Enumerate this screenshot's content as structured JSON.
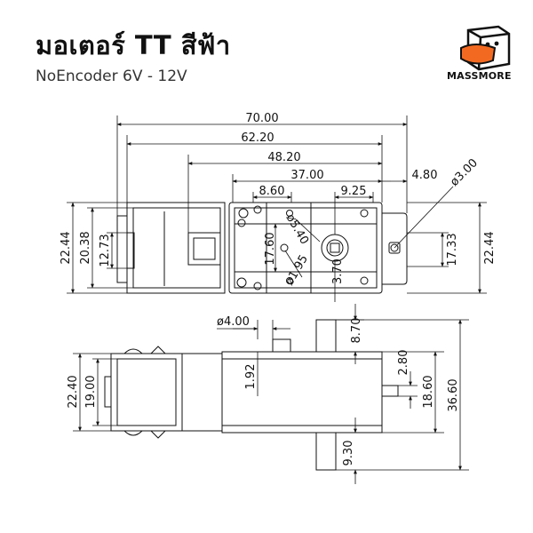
{
  "header": {
    "title": "มอเตอร์ TT สีฟ้า",
    "subtitle": "NoEncoder 6V - 12V"
  },
  "brand": {
    "name": "MASSMORE",
    "accent_color": "#f26a21"
  },
  "top_view": {
    "dims": {
      "overall_length": "70.00",
      "length_62": "62.20",
      "length_48": "48.20",
      "length_37": "37.00",
      "offset_8_60": "8.60",
      "offset_9_25": "9.25",
      "tab_4_80": "4.80",
      "hole_3_00": "ø3.00",
      "hole_5_40": "ø5.40",
      "hole_1_95": "ø1.95",
      "height_17_60": "17.60",
      "offset_3_70": "3.70",
      "left_22_44": "22.44",
      "left_20_38": "20.38",
      "left_12_73": "12.73",
      "right_17_33": "17.33",
      "right_22_44": "22.44"
    }
  },
  "side_view": {
    "dims": {
      "hole_4_00": "ø4.00",
      "boss_8_70": "8.70",
      "offset_1_92": "1.92",
      "shaft_2_80": "2.80",
      "height_18_60": "18.60",
      "height_36_60": "36.60",
      "bottom_9_30": "9.30",
      "left_22_40": "22.40",
      "left_19_00": "19.00"
    }
  }
}
